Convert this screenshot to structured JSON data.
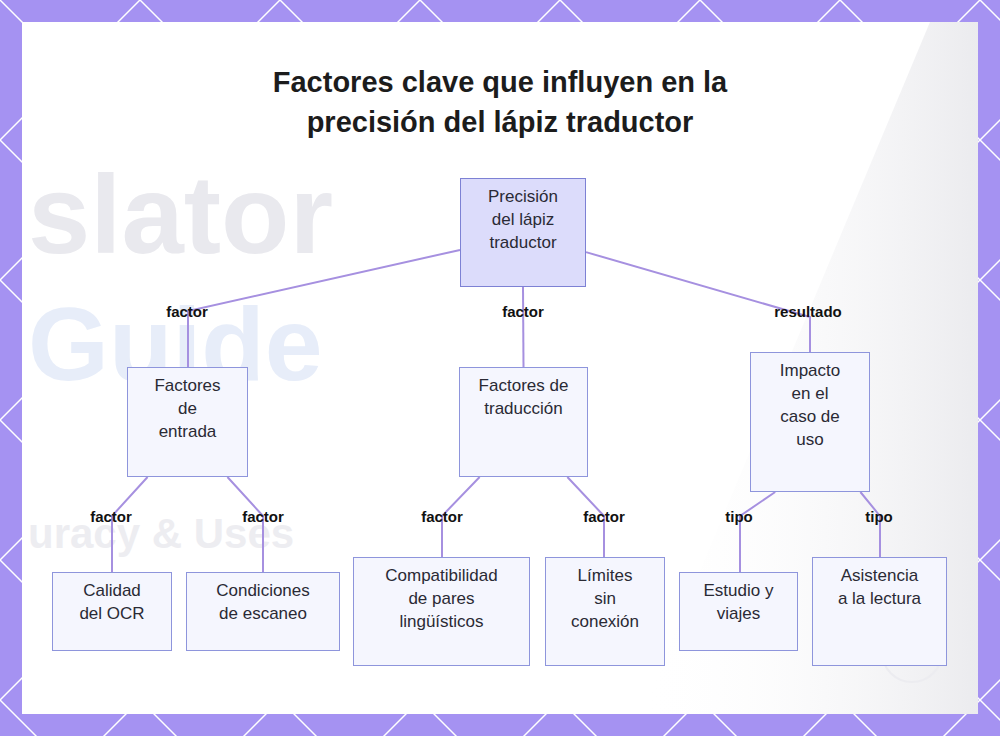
{
  "diagram": {
    "title": "Factores clave que influyen en la precisión del lápiz traductor",
    "nodes": [
      {
        "text": [
          "Precisión del lápiz traductor"
        ]
      },
      {
        "text": [
          "Factores de entrada"
        ]
      },
      {
        "text": [
          "Factores de traducción"
        ]
      },
      {
        "text": [
          "Impacto en el caso de uso"
        ]
      },
      {
        "text": [
          "Calidad del OCR"
        ]
      },
      {
        "text": [
          "Condiciones de escaneo"
        ]
      },
      {
        "text": [
          "Compatibilidad de pares lingüísticos"
        ]
      },
      {
        "text": [
          "Límites sin conexión"
        ]
      },
      {
        "text": [
          "Estudio y viajes"
        ]
      },
      {
        "text": [
          "Asistencia a la lectura"
        ]
      }
    ],
    "edges": [
      {
        "from": 0,
        "to": 1,
        "label": "factor",
        "arrow": "none"
      },
      {
        "from": 0,
        "to": 2,
        "label": "factor",
        "arrow": "none"
      },
      {
        "from": 0,
        "to": 3,
        "label": "resultado",
        "arrow": "none"
      },
      {
        "from": 1,
        "to": 4,
        "label": "factor",
        "arrow": "none"
      },
      {
        "from": 1,
        "to": 5,
        "label": "factor",
        "arrow": "none"
      },
      {
        "from": 2,
        "to": 6,
        "label": "factor",
        "arrow": "none"
      },
      {
        "from": 2,
        "to": 7,
        "label": "factor",
        "arrow": "none"
      },
      {
        "from": 3,
        "to": 8,
        "label": "tipo",
        "arrow": "none"
      },
      {
        "from": 3,
        "to": 9,
        "label": "tipo",
        "arrow": "none"
      }
    ],
    "labels": [
      "slator",
      "Guide",
      "uracy & Uses"
    ]
  }
}
